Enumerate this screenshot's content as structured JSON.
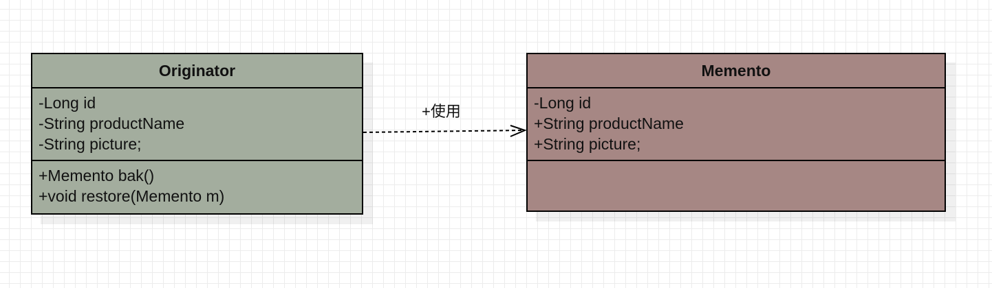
{
  "diagram": {
    "classes": [
      {
        "name": "Originator",
        "fill_color": "#a3ad9e",
        "attributes": [
          "-Long id",
          "-String productName",
          "-String picture;"
        ],
        "methods": [
          "+Memento bak()",
          "+void restore(Memento m)"
        ]
      },
      {
        "name": "Memento",
        "fill_color": "#a68784",
        "attributes": [
          "-Long id",
          "+String productName",
          "+String picture;"
        ],
        "methods": []
      }
    ],
    "relations": [
      {
        "from": "Originator",
        "to": "Memento",
        "type": "dependency",
        "line_style": "dashed",
        "arrow_head": "open",
        "label": "+使用"
      }
    ],
    "grid_color": "#ececec"
  }
}
